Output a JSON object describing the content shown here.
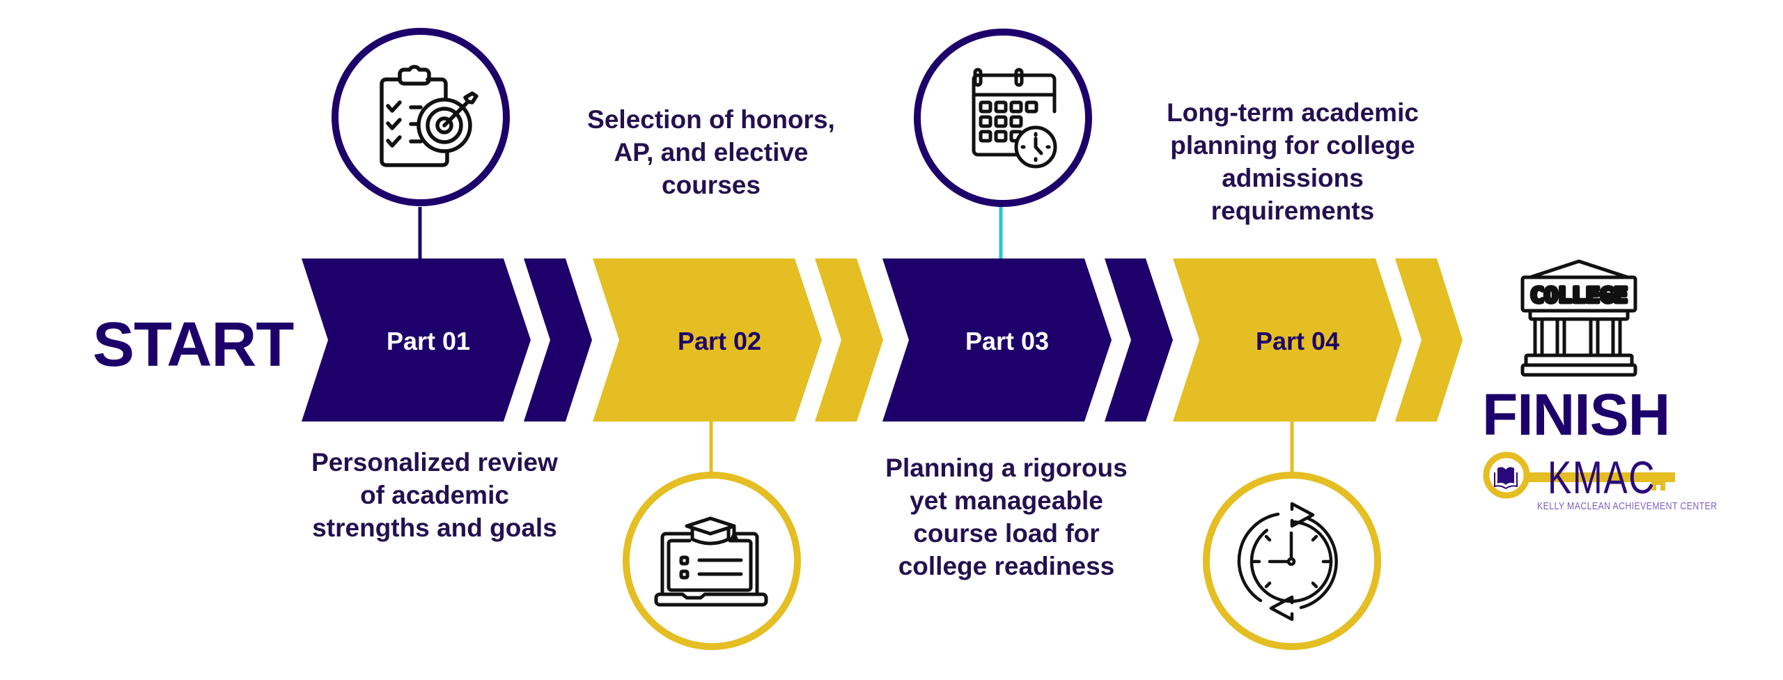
{
  "title": "Academic planning timeline",
  "start_label": "START",
  "finish_label": "FINISH",
  "colors": {
    "navy": "#1e006b",
    "gold": "#e4be22",
    "text_dark": "#24104f",
    "connector_teal": "#2ec4cc",
    "icon_stroke": "#111111",
    "logo_subtitle": "#7b5fc0"
  },
  "steps": [
    {
      "label": "Part 01",
      "theme": "navy",
      "description": "Personalized review\nof academic\nstrengths and goals",
      "icon": "clipboard-target-icon",
      "icon_position": "top"
    },
    {
      "label": "Part 02",
      "theme": "gold",
      "description": "Selection of honors,\nAP, and elective\ncourses",
      "icon": "laptop-graduation-cap-icon",
      "icon_position": "bottom"
    },
    {
      "label": "Part 03",
      "theme": "navy",
      "description": "Planning a rigorous\nyet manageable\ncourse load for\ncollege readiness",
      "icon": "calendar-clock-icon",
      "icon_position": "top"
    },
    {
      "label": "Part 04",
      "theme": "gold",
      "description": "Long-term academic\nplanning for college\nadmissions\nrequirements",
      "icon": "clock-refresh-icon",
      "icon_position": "bottom"
    }
  ],
  "finish_icon": {
    "name": "college-building-icon",
    "sign_text": "COLLEGE"
  },
  "logo": {
    "wordmark": "KMAC",
    "subtitle": "KELLY MACLEAN ACHIEVEMENT CENTER",
    "icon": "key-book-icon"
  }
}
